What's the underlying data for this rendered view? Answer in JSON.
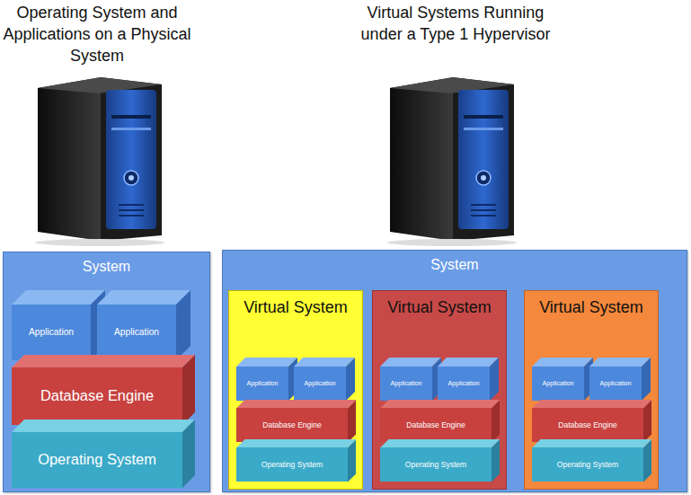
{
  "diagram": {
    "nodes": [
      {
        "text": [
          "System"
        ]
      },
      {
        "text": [
          "Application"
        ],
        "in": 0
      },
      {
        "text": [
          "Application"
        ],
        "in": 0
      },
      {
        "text": [
          "Database Engine"
        ],
        "in": 0
      },
      {
        "text": [
          "Operating System"
        ],
        "in": 0
      },
      {
        "text": [
          "System"
        ]
      },
      {
        "text": [
          "Virtual System"
        ],
        "in": 5
      },
      {
        "text": [
          "Application"
        ],
        "in": 6
      },
      {
        "text": [
          "Application"
        ],
        "in": 6
      },
      {
        "text": [
          "Database Engine"
        ],
        "in": 6
      },
      {
        "text": [
          "Operating System"
        ],
        "in": 6
      },
      {
        "text": [
          "Virtual System"
        ],
        "in": 5
      },
      {
        "text": [
          "Application"
        ],
        "in": 11
      },
      {
        "text": [
          "Application"
        ],
        "in": 11
      },
      {
        "text": [
          "Database Engine"
        ],
        "in": 11
      },
      {
        "text": [
          "Operating System"
        ],
        "in": 11
      },
      {
        "text": [
          "Virtual System"
        ],
        "in": 5
      },
      {
        "text": [
          "Application"
        ],
        "in": 16
      },
      {
        "text": [
          "Application"
        ],
        "in": 16
      },
      {
        "text": [
          "Database Engine"
        ],
        "in": 16
      },
      {
        "text": [
          "Operating System"
        ],
        "in": 16
      }
    ],
    "edges": [],
    "labels": [
      "Operating System and Applications on a Physical System",
      "Virtual Systems Running under a Type 1 Hypervisor"
    ]
  }
}
